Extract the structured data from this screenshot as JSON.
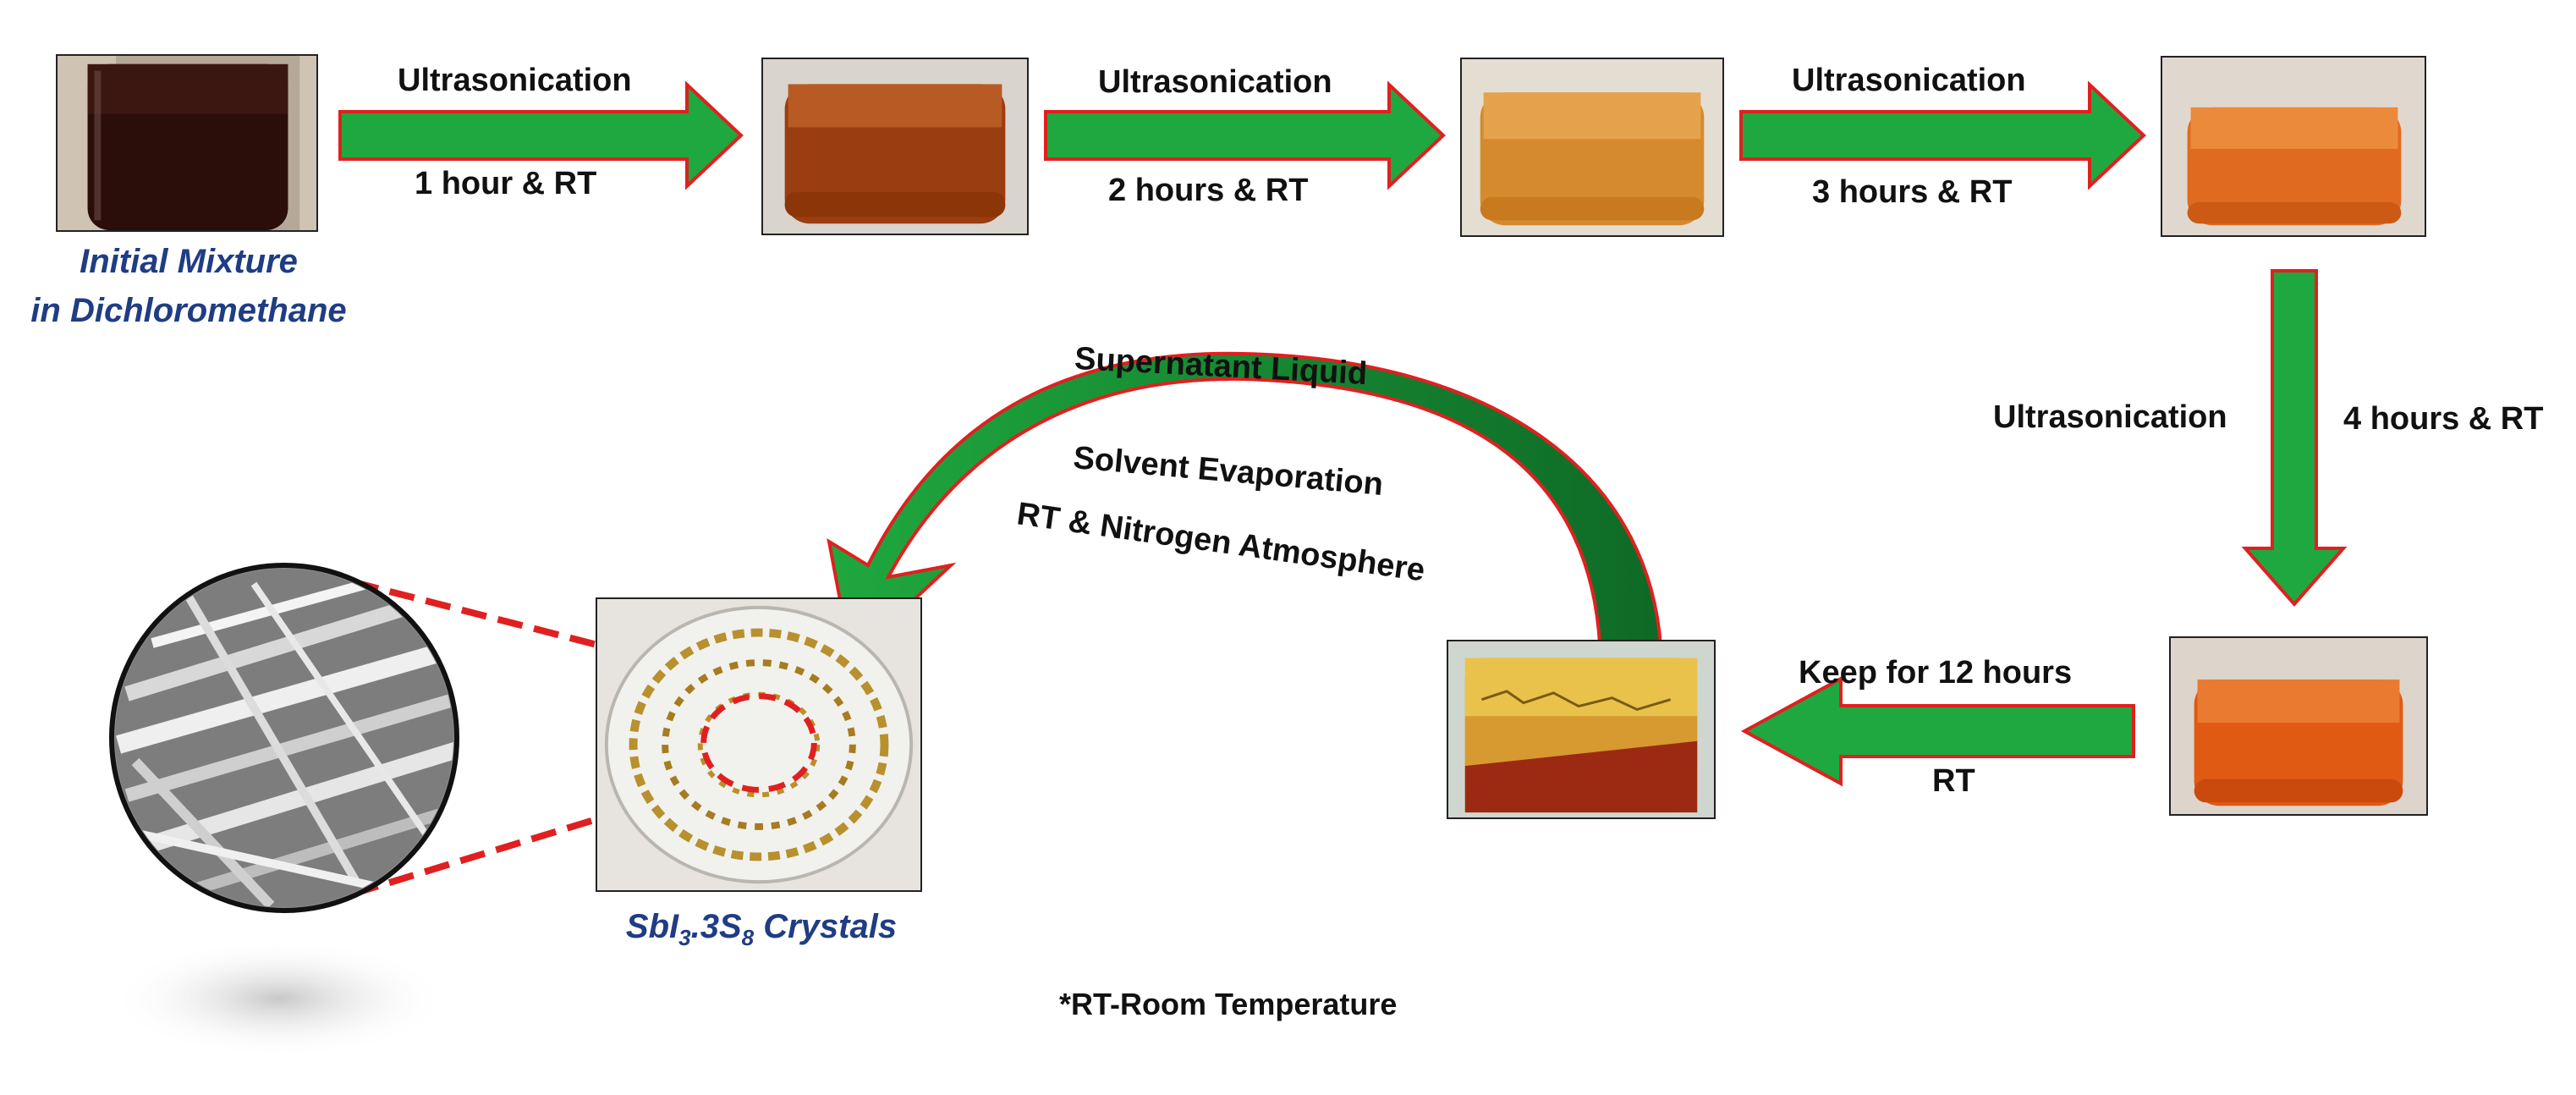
{
  "steps": {
    "s1": {
      "top": "Ultrasonication",
      "bottom": "1 hour & RT"
    },
    "s2": {
      "top": "Ultrasonication",
      "bottom": "2 hours & RT"
    },
    "s3": {
      "top": "Ultrasonication",
      "bottom": "3 hours & RT"
    },
    "s4": {
      "left": "Ultrasonication",
      "right": "4 hours & RT"
    },
    "s5": {
      "top": "Keep for 12 hours",
      "bottom": "RT"
    }
  },
  "curved": {
    "line1": "Supernatant Liquid",
    "line2": "Solvent Evaporation",
    "line3": "RT & Nitrogen Atmosphere"
  },
  "captions": {
    "initial_line1": "Initial Mixture",
    "initial_line2": "in Dichloromethane",
    "crystals_a": "SbI",
    "crystals_sub1": "3",
    "crystals_b": ".3S",
    "crystals_sub2": "8",
    "crystals_c": " Crystals"
  },
  "footnote": "*RT-Room Temperature",
  "colors": {
    "arrow_fill": "#1fa83f",
    "arrow_stroke": "#e02020",
    "caption": "#1f3d84"
  }
}
